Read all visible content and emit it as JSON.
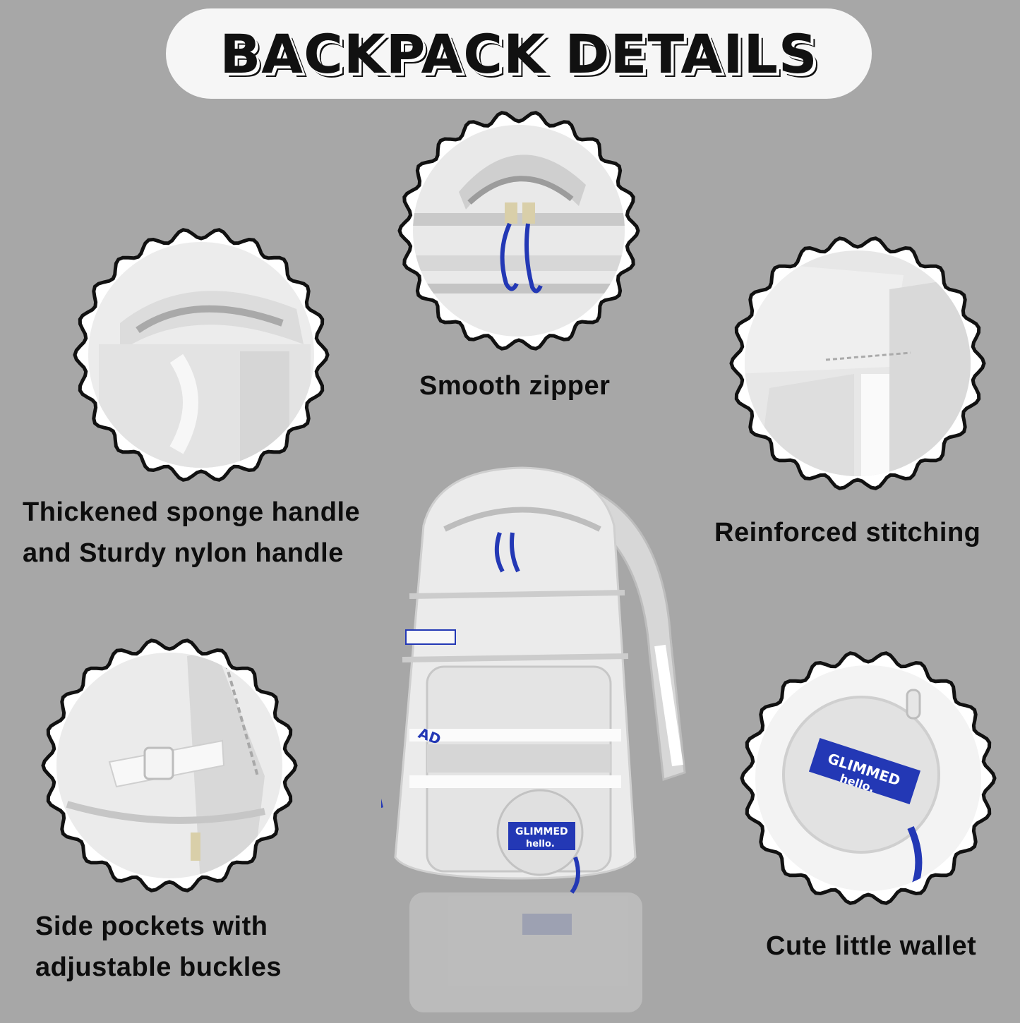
{
  "title": "BACKPACK DETAILS",
  "features": {
    "zipper": {
      "line1": "Smooth zipper"
    },
    "handle": {
      "line1": "Thickened sponge handle",
      "line2": "and Sturdy nylon handle"
    },
    "stitching": {
      "line1": "Reinforced stitching"
    },
    "pockets": {
      "line1": "Side pockets with",
      "line2": "adjustable buckles"
    },
    "wallet": {
      "line1": "Cute little wallet"
    }
  },
  "product": {
    "patch_brand": "GLIMMED",
    "patch_sub": "hello.",
    "charm_letters": "AD"
  },
  "colors": {
    "background": "#a7a7a7",
    "accent_blue": "#2338b5",
    "bag": "#ebebeb"
  }
}
